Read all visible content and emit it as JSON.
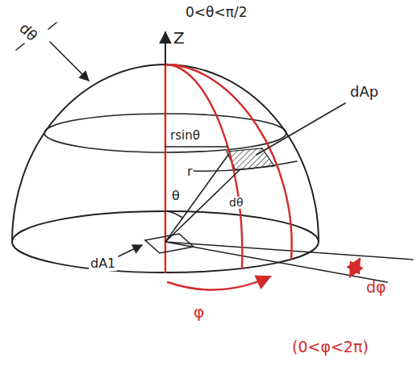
{
  "diagram": {
    "labels": [
      "0<θ<π/2",
      "Z",
      "dθ",
      "dAp",
      "rsinθ",
      "θ",
      "r",
      "dθ",
      "dA1",
      "dφ",
      "φ",
      "(0<φ<2π)"
    ]
  }
}
